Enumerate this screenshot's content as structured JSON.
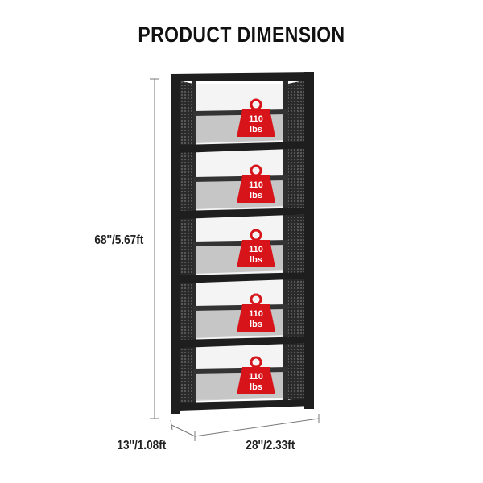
{
  "title": "PRODUCT DIMENSION",
  "dimensions": {
    "height": "68''/5.67ft",
    "depth": "13''/1.08ft",
    "width": "28''/2.33ft"
  },
  "shelves": [
    {
      "weight": "110",
      "unit": "lbs"
    },
    {
      "weight": "110",
      "unit": "lbs"
    },
    {
      "weight": "110",
      "unit": "lbs"
    },
    {
      "weight": "110",
      "unit": "lbs"
    },
    {
      "weight": "110",
      "unit": "lbs"
    }
  ],
  "colors": {
    "frame": "#1e1e1e",
    "weight": "#d7141a",
    "mesh": "#555555"
  }
}
